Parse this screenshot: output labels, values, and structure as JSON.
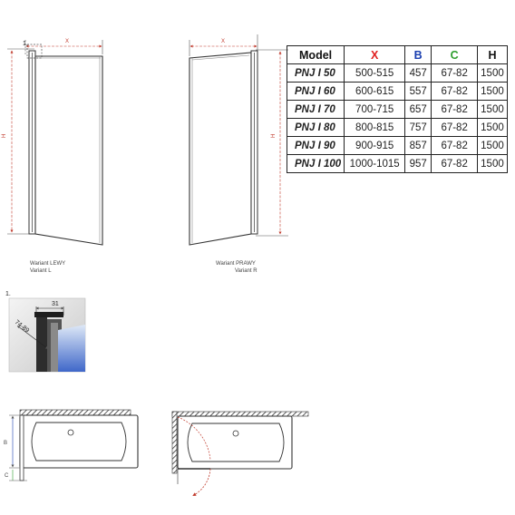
{
  "diagram": {
    "dimension_labels": {
      "x": "X",
      "h": "H",
      "b": "B",
      "c": "C"
    },
    "left_variant": {
      "line1": "Wariant LEWY",
      "line2": "Variant L",
      "detail_marker": "1."
    },
    "right_variant": {
      "line1": "Wariant PRAWY",
      "line2": "Variant R"
    },
    "detail": {
      "label": "1.",
      "dim_top": "31",
      "dim_side": "74-89"
    }
  },
  "table": {
    "headers": [
      "Model",
      "X",
      "B",
      "C",
      "H"
    ],
    "header_colors": [
      "#111111",
      "#e02020",
      "#1a3fb0",
      "#2e9e2e",
      "#111111"
    ],
    "rows": [
      [
        "PNJ I 50",
        "500-515",
        "457",
        "67-82",
        "1500"
      ],
      [
        "PNJ I 60",
        "600-615",
        "557",
        "67-82",
        "1500"
      ],
      [
        "PNJ I 70",
        "700-715",
        "657",
        "67-82",
        "1500"
      ],
      [
        "PNJ I 80",
        "800-815",
        "757",
        "67-82",
        "1500"
      ],
      [
        "PNJ I 90",
        "900-915",
        "857",
        "67-82",
        "1500"
      ],
      [
        "PNJ I 100",
        "1000-1015",
        "957",
        "67-82",
        "1500"
      ]
    ]
  }
}
